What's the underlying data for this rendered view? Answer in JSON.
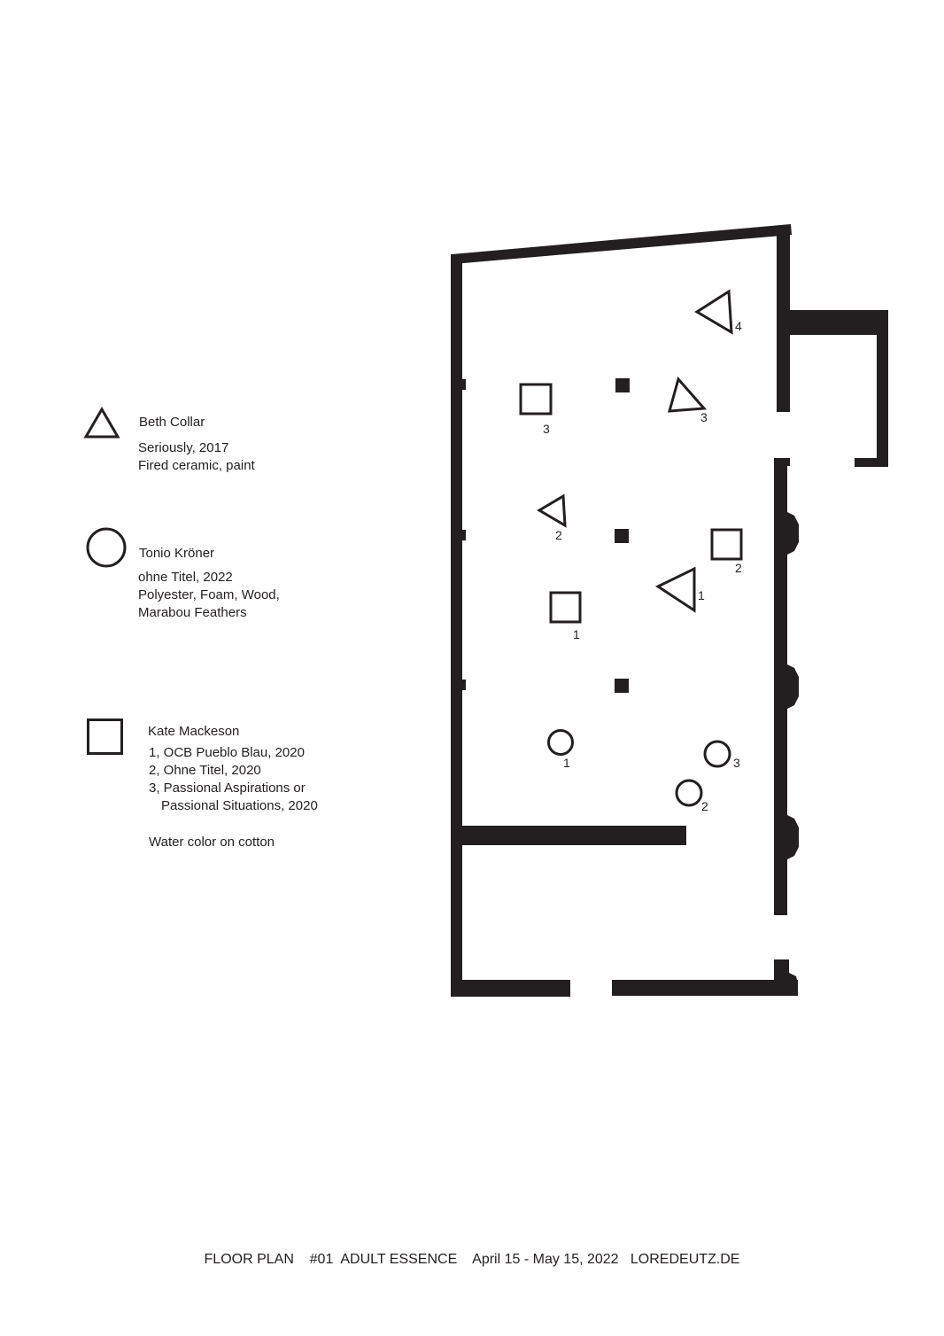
{
  "legend": {
    "beth": {
      "artist": "Beth Collar",
      "lines": [
        "Seriously, 2017",
        "Fired ceramic, paint"
      ]
    },
    "tonio": {
      "artist": "Tonio Kröner",
      "lines": [
        "ohne Titel, 2022",
        "Polyester, Foam, Wood,",
        "Marabou Feathers"
      ]
    },
    "kate": {
      "artist": "Kate Mackeson",
      "works": [
        "1, OCB Pueblo Blau, 2020",
        "2, Ohne Titel, 2020",
        "3, Passional Aspirations or",
        "Passional Situations, 2020"
      ],
      "medium": "Water color on cotton"
    }
  },
  "plan_labels": {
    "tri4": "4",
    "tri3": "3",
    "tri2": "2",
    "tri1": "1",
    "sq3": "3",
    "sq2": "2",
    "sq1": "1",
    "ci1": "1",
    "ci3": "3",
    "ci2": "2"
  },
  "footer": "FLOOR PLAN    #01  ADULT ESSENCE    April 15 - May 15, 2022   LOREDEUTZ.DE",
  "colors": {
    "ink": "#231f20",
    "background": "#ffffff"
  }
}
